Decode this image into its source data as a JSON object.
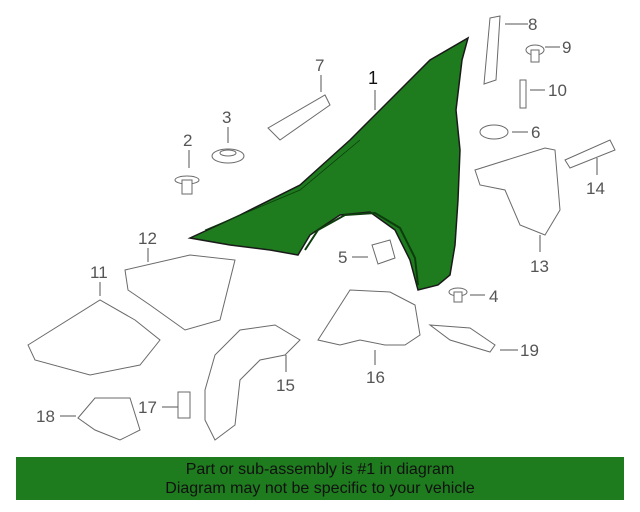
{
  "diagram": {
    "highlight_color": "#1e7b1e",
    "callouts": {
      "c1": "1",
      "c2": "2",
      "c3": "3",
      "c4": "4",
      "c5": "5",
      "c6": "6",
      "c7": "7",
      "c8": "8",
      "c9": "9",
      "c10": "10",
      "c11": "11",
      "c12": "12",
      "c13": "13",
      "c14": "14",
      "c15": "15",
      "c16": "16",
      "c17": "17",
      "c18": "18",
      "c19": "19"
    }
  },
  "banner": {
    "line1": "Part or sub-assembly is #1 in diagram",
    "line2": "Diagram may not be specific to your vehicle",
    "color": "#1e7b1e"
  }
}
